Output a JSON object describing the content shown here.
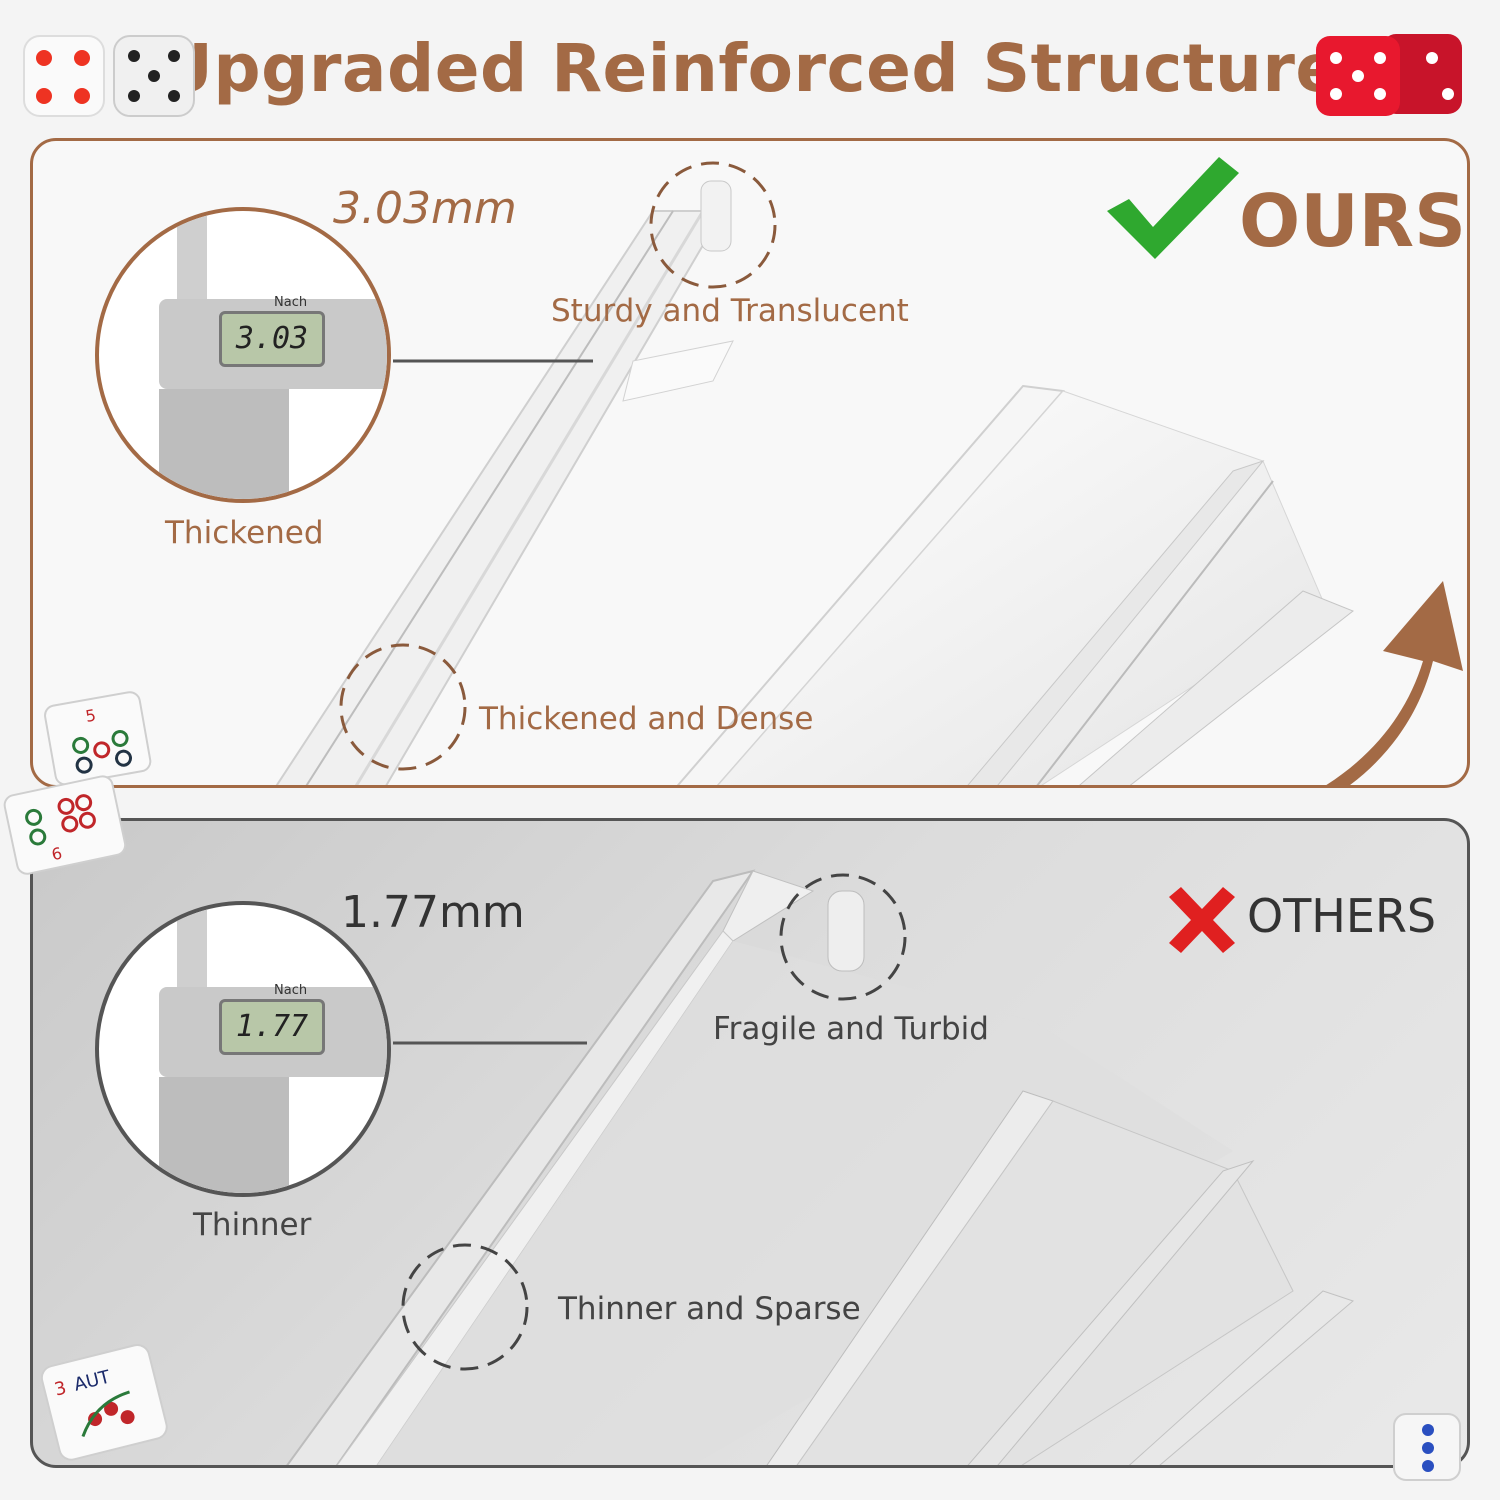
{
  "header": {
    "title": "Upgraded Reinforced Structure"
  },
  "ours": {
    "badge": "OURS",
    "measurement": "3.03mm",
    "caliper_reading": "3.03",
    "caliper_brand": "Nach",
    "labels": {
      "zoom": "Thickened",
      "top": "Sturdy and Translucent",
      "bottom": "Thickened and Dense"
    },
    "accent_color": "#a36a45",
    "check_color": "#2fa82f"
  },
  "others": {
    "badge": "OTHERS",
    "measurement": "1.77mm",
    "caliper_reading": "1.77",
    "caliper_brand": "Nach",
    "labels": {
      "zoom": "Thinner",
      "top": "Fragile and Turbid",
      "bottom": "Thinner and Sparse"
    },
    "cross_color": "#e02020"
  },
  "decor": {
    "tiles": [
      "5",
      "6",
      "3",
      "AUT"
    ]
  }
}
